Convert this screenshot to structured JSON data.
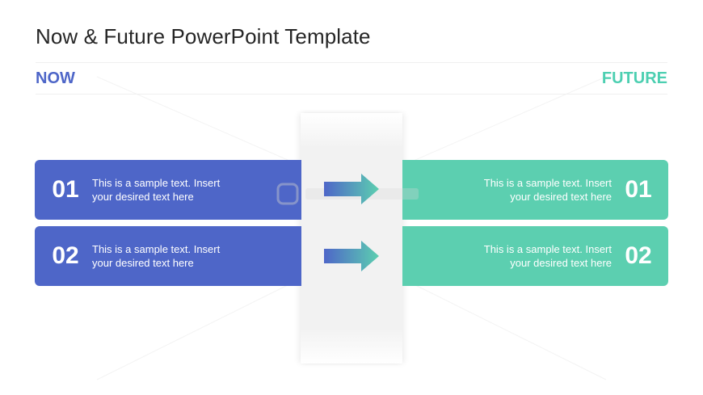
{
  "slide": {
    "title": "Now & Future PowerPoint Template",
    "now_label": "NOW",
    "future_label": "FUTURE"
  },
  "now_items": [
    {
      "number": "01",
      "text": "This is a sample text. Insert your desired text here"
    },
    {
      "number": "02",
      "text": "This is a sample text. Insert your desired text here"
    }
  ],
  "future_items": [
    {
      "number": "01",
      "text": "This is a sample text. Insert your desired text here"
    },
    {
      "number": "02",
      "text": "This is a sample text. Insert your desired text here"
    }
  ],
  "colors": {
    "now": "#4e66c8",
    "future": "#5ccfb0",
    "title": "#262626"
  },
  "icons": [
    "arrow-right-icon",
    "slidemodel-watermark"
  ]
}
